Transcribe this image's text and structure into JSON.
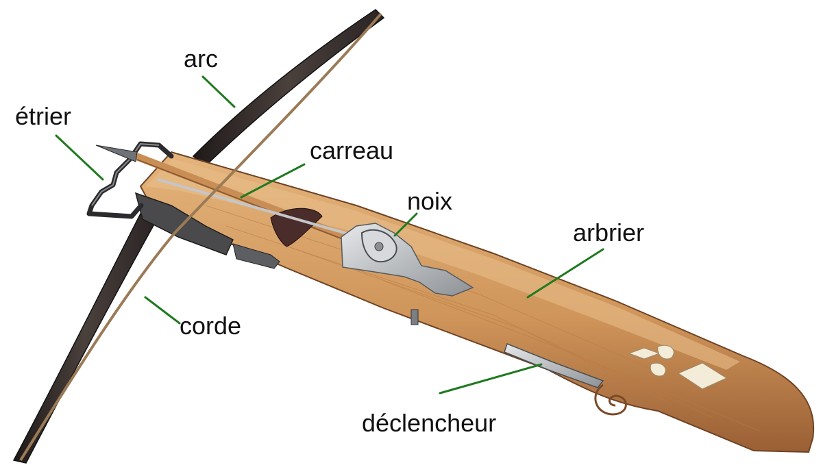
{
  "labels": {
    "arc": "arc",
    "etrier": "étrier",
    "carreau": "carreau",
    "noix": "noix",
    "arbrier": "arbrier",
    "corde": "corde",
    "declencheur": "déclencheur"
  },
  "colors": {
    "leader_line": "#1f7a1f",
    "wood_light": "#d9a56b",
    "wood_dark": "#a4673a",
    "bow_dark": "#3a3230",
    "steel": "#b9bcc0",
    "string": "#8a6a4a",
    "inlay": "#efe8d4"
  }
}
